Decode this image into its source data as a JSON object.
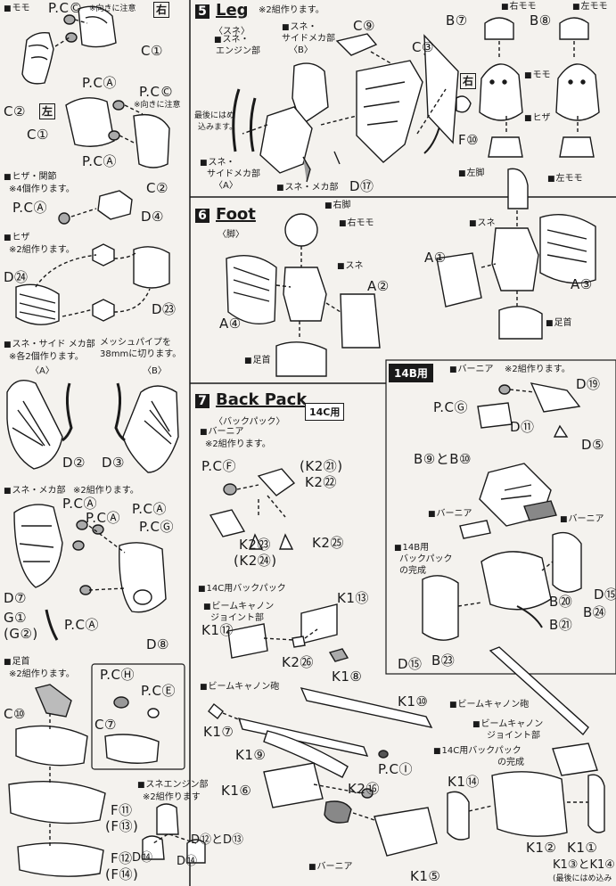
{
  "left": {
    "momo": {
      "title": "モモ",
      "pc_c": "P.C©",
      "note": "※向きに注意",
      "corner_right": "右",
      "corner_left": "左",
      "c1a": "C①",
      "c2a": "C②",
      "pa": "P.CⒶ",
      "pc2": "P.C©",
      "note2": "※向きに注意",
      "c1b": "C①",
      "pa2": "P.CⒶ",
      "c2b": "C②"
    },
    "hiza": {
      "title": "ヒザ・関節",
      "note": "※4個作ります。",
      "pc": "P.CⒶ",
      "d4": "D④"
    },
    "hiza2": {
      "title": "ヒザ",
      "note": "※2組作ります。",
      "d24": "D㉔",
      "d23": "D㉓"
    },
    "sune_side": {
      "title": "スネ・サイド メカ部",
      "note": "※各2個作ります。",
      "mesh1": "メッシュパイプを",
      "mesh2": "38mmに切ります。",
      "a": "〈A〉",
      "b": "〈B〉",
      "d2": "D②",
      "d3": "D③"
    },
    "sune_meka": {
      "title": "スネ・メカ部",
      "note": "※2組作ります。",
      "pa1": "P.CⒶ",
      "pa2": "P.CⒶ",
      "pa3": "P.CⒶ",
      "pg": "P.CⒼ",
      "d7": "D⑦",
      "g1": "G①",
      "g2": "(G②)",
      "pa4": "P.CⒶ",
      "d8": "D⑧"
    },
    "ashikubi": {
      "title": "足首",
      "note": "※2組作ります。",
      "c10": "C⑩",
      "ph": "P.CⒽ",
      "pe": "P.CⒺ",
      "c7": "C⑦",
      "f11": "F⑪",
      "f13": "(F⑬)",
      "f12": "F⑫",
      "f14": "(F⑭)"
    },
    "sune_engine": {
      "title": "スネエンジン部",
      "note": "※2組作ります",
      "d12": "D⑫とD⑬",
      "d14a": "D⑭",
      "d14b": "D⑭"
    }
  },
  "leg": {
    "num": "5",
    "title": "Leg",
    "note": "※2組作ります。",
    "sub": "〈スネ〉",
    "sune": "スネ・",
    "engine": "エンジン部",
    "side1": "スネ・",
    "side2": "サイドメカ部",
    "side3": "〈B〉",
    "saigo1": "最後にはめ",
    "saigo2": "込みます。",
    "sideA1": "スネ・",
    "sideA2": "サイドメカ部",
    "sideA3": "〈A〉",
    "meka": "スネ・メカ部",
    "d17": "D⑰",
    "c9": "C⑨",
    "c3": "C③",
    "migi": "右",
    "f10": "F⑩"
  },
  "momo_right": {
    "b7": "B⑦",
    "right": "右モモ",
    "b8": "B⑧",
    "left": "左モモ",
    "momo": "モモ",
    "hiza": "ヒザ"
  },
  "foot": {
    "num": "6",
    "title": "Foot",
    "sub": "〈脚〉",
    "migi_ashi": "右脚",
    "migi_momo": "右モモ",
    "sune": "スネ",
    "a2": "A②",
    "a4": "A④",
    "ashikubi": "足首"
  },
  "foot_left": {
    "hidari_ashi": "左脚",
    "hidari_momo": "左モモ",
    "sune": "スネ",
    "a1": "A①",
    "a3": "A③",
    "ashikubi": "足首"
  },
  "backpack": {
    "num": "7",
    "title": "Back Pack",
    "sub": "〈バックパック〉",
    "tag14c": "14C用",
    "vernier": "バーニア",
    "note": "※2組作ります。",
    "pf": "P.CⒻ",
    "k221": "(K2㉑)",
    "k222": "K2㉒",
    "k223": "K2㉓",
    "k224": "(K2㉔)",
    "k225": "K2㉕",
    "bp14c": "14C用バックパック",
    "beam1": "ビームキャノン",
    "beam2": "ジョイント部",
    "k113": "K1⑬",
    "k112": "K1⑫",
    "k226": "K2㉖",
    "k18": "K1⑧"
  },
  "b14": {
    "tag": "14B用",
    "vernier": "バーニア",
    "note": "※2組作ります。",
    "d19": "D⑲",
    "pg": "P.CⒼ",
    "d11": "D⑪",
    "d5": "D⑤",
    "b9": "B⑨とB⑩",
    "vernier2": "バーニア",
    "vernier3": "バーニア",
    "comp1": "14B用",
    "comp2": "バックパック",
    "comp3": "の完成",
    "d15a": "D⑮",
    "b20": "B⑳",
    "b24": "B㉔",
    "b21": "B㉑",
    "d15b": "D⑮",
    "b23": "B㉓"
  },
  "cannon": {
    "title": "ビームキャノン砲",
    "k110": "K1⑩",
    "k17": "K1⑦",
    "k19": "K1⑨",
    "pi": "P.CⒾ",
    "title2": "ビームキャノン砲",
    "joint1": "ビームキャノン",
    "joint2": "ジョイント部",
    "comp1": "14C用バックパック",
    "comp2": "の完成",
    "k16": "K1⑥",
    "k216": "K2⑯",
    "k114": "K1⑭",
    "vernier": "バーニア",
    "k15": "K1⑤",
    "k12": "K1②",
    "k11": "K1①",
    "k134": "K1③とK1④",
    "last": "(最後にはめ込み"
  }
}
